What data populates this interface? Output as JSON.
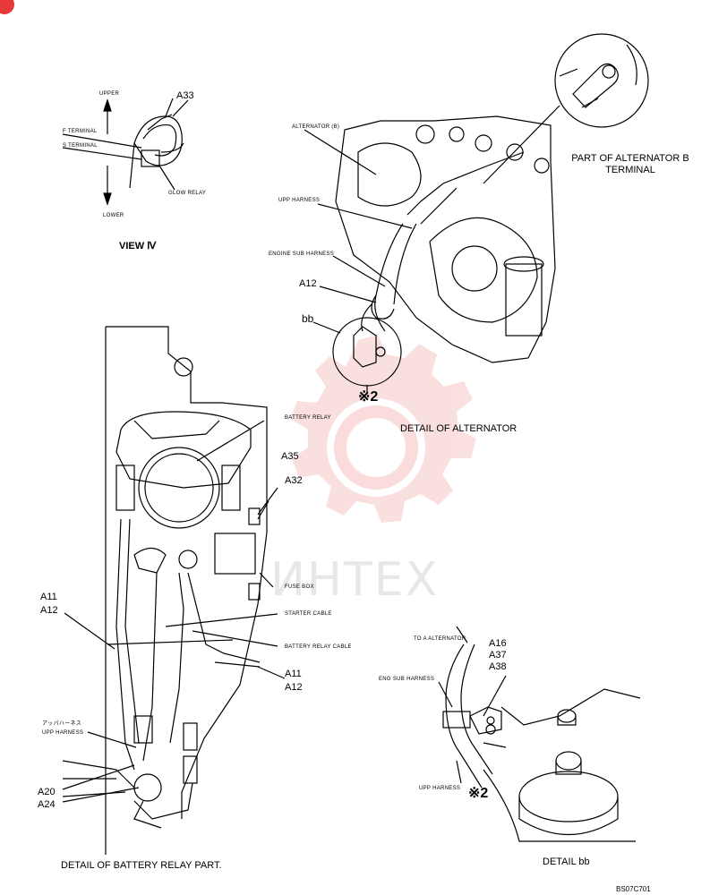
{
  "view_iv": {
    "upper": "UPPER",
    "lower": "LOWER",
    "a33": "A33",
    "f_terminal": "F TERMINAL",
    "s_terminal": "S TERMINAL",
    "glow_relay": "GLOW RELAY",
    "caption": "VIEW Ⅳ"
  },
  "alternator": {
    "alternator_b": "ALTERNATOR (B)",
    "upp_harness": "UPP HARNESS",
    "engine_sub_harness": "ENGINE SUB HARNESS",
    "a12": "A12",
    "bb": "bb",
    "note2": "※2",
    "caption": "DETAIL OF ALTERNATOR",
    "part_b_line1": "PART OF ALTERNATOR B",
    "part_b_line2": "TERMINAL"
  },
  "battery_relay": {
    "battery_relay": "BATTERY RELAY",
    "a35": "A35",
    "a32": "A32",
    "fuse_box": "FUSE BOX",
    "starter_cable": "STARTER CABLE",
    "battery_relay_cable": "BATTERY RELAY CABLE",
    "a11_left": "A11",
    "a12_left": "A12",
    "a11_right": "A11",
    "a12_right": "A12",
    "jp_upp": "アッパハーネス",
    "upp_harness": "UPP HARNESS",
    "a20": "A20",
    "a24": "A24",
    "caption": "DETAIL OF BATTERY RELAY PART."
  },
  "detail_bb": {
    "to_alternator": "TO A ALTERNATOR",
    "eng_sub_harness": "ENG SUB HARNESS",
    "a16": "A16",
    "a37": "A37",
    "a38": "A38",
    "upp_harness": "UPP HARNESS",
    "note2": "※2",
    "caption": "DETAIL bb"
  },
  "watermark": "ИНТЕХ",
  "drawing_code": "BS07C701",
  "colors": {
    "watermark": "#e23c3c",
    "badge": "#e63a3a",
    "line": "#000000"
  }
}
